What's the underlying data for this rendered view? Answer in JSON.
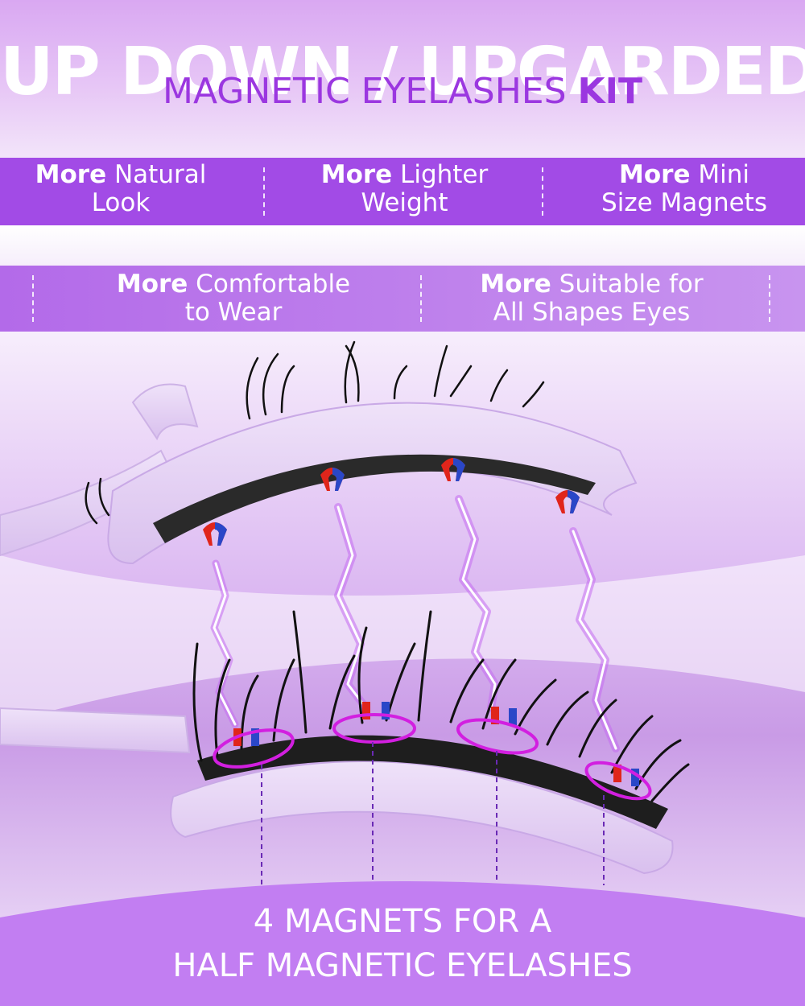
{
  "header": {
    "headline": "UP DOWN / UPGARDED",
    "subtitle_main": "MAGNETIC EYELASHES ",
    "subtitle_strong": "KIT"
  },
  "features_row1": [
    {
      "strong": "More",
      "line1": " Natural",
      "line2": "Look"
    },
    {
      "strong": "More",
      "line1": " Lighter",
      "line2": "Weight"
    },
    {
      "strong": "More",
      "line1": " Mini",
      "line2": "Size Magnets"
    }
  ],
  "features_row2": [
    {
      "strong": "More",
      "line1": " Comfortable",
      "line2": "to Wear"
    },
    {
      "strong": "More",
      "line1": " Suitable for",
      "line2": "All Shapes Eyes"
    }
  ],
  "footer": {
    "line1": "4 MAGNETS FOR A",
    "line2": "HALF MAGNETIC EYELASHES"
  },
  "colors": {
    "brand_purple": "#9b37e0",
    "band_purple": "#a24be6",
    "applicator_lilac": "#e2cdf3",
    "highlight_magenta": "#d21fe0",
    "magnet_red": "#e0251b",
    "magnet_blue": "#2a47c8"
  },
  "icons": [
    "magnet-icon",
    "lightning-bolt-icon",
    "eyelash-strip"
  ]
}
